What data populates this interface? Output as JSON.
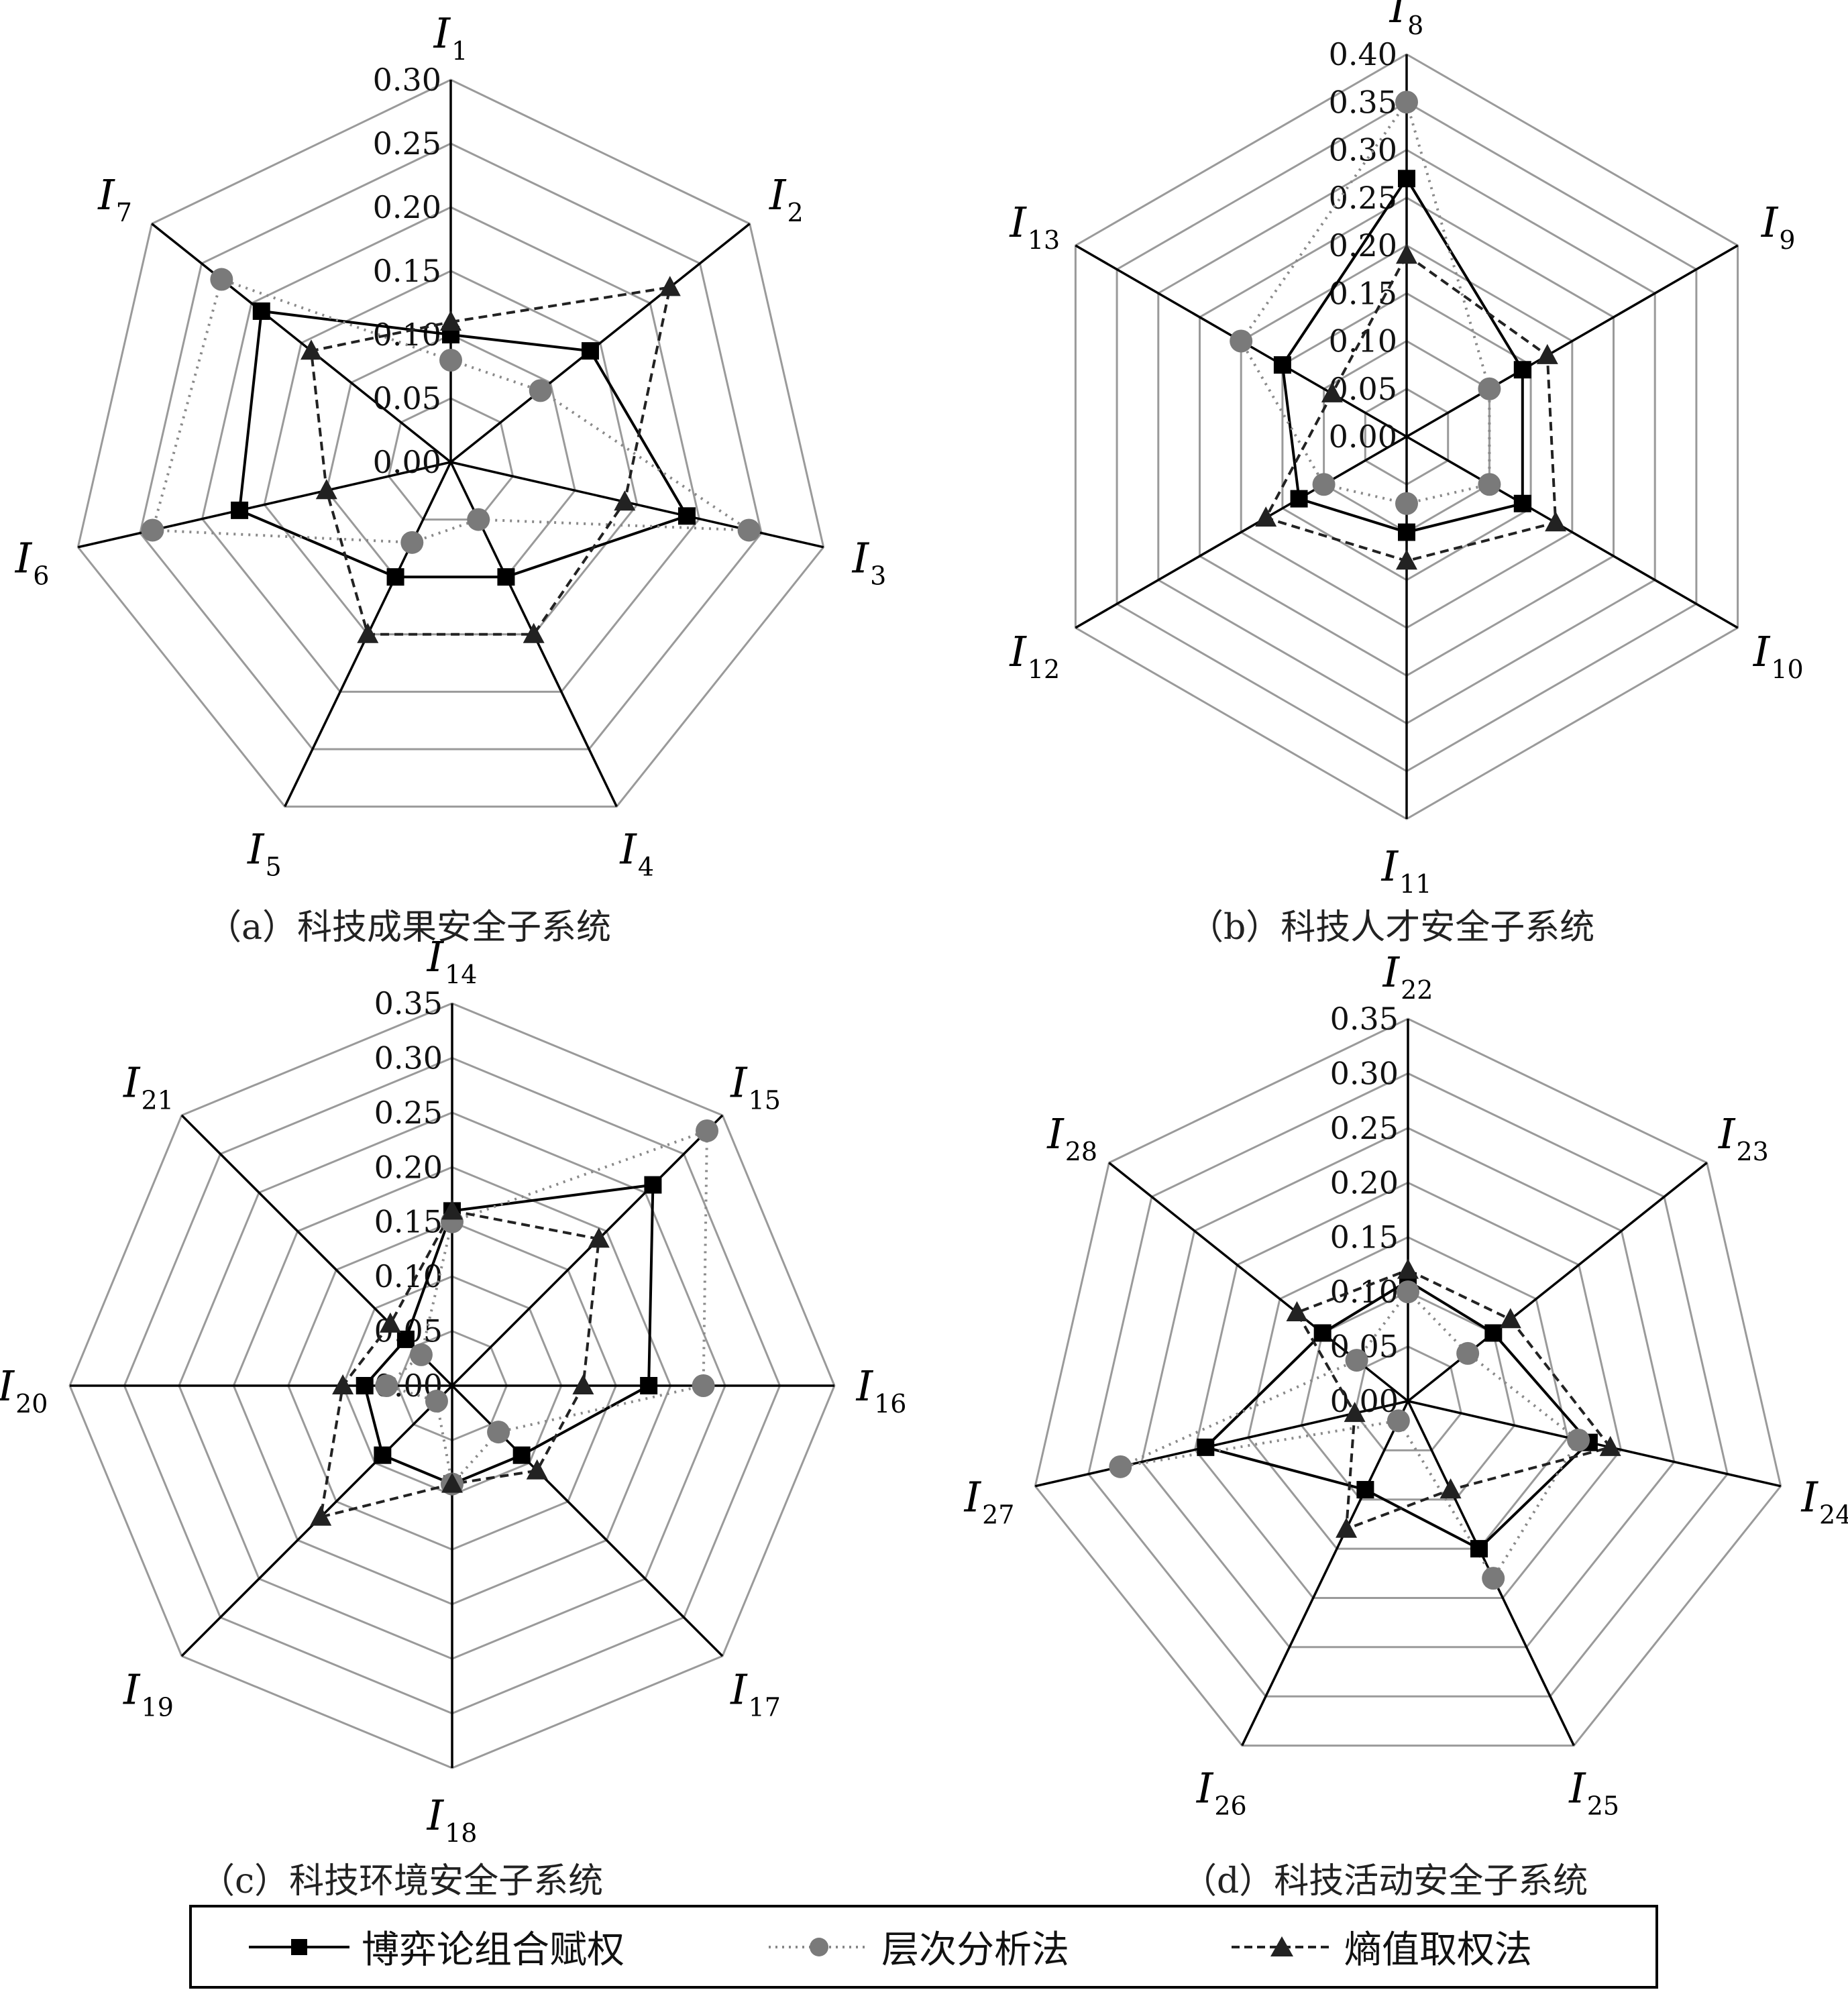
{
  "charts": [
    {
      "key": "a",
      "caption": "（a）科技成果安全子系统",
      "chart_data": {
        "type": "radar",
        "axes": [
          {
            "base": "I",
            "sub": "1"
          },
          {
            "base": "I",
            "sub": "2"
          },
          {
            "base": "I",
            "sub": "3"
          },
          {
            "base": "I",
            "sub": "4"
          },
          {
            "base": "I",
            "sub": "5"
          },
          {
            "base": "I",
            "sub": "6"
          },
          {
            "base": "I",
            "sub": "7"
          }
        ],
        "range": [
          0,
          0.3
        ],
        "ticks": [
          "0.00",
          "0.05",
          "0.10",
          "0.15",
          "0.20",
          "0.25",
          "0.30"
        ],
        "series": [
          {
            "name": "博弈论组合赋权",
            "values": [
              0.1,
              0.14,
              0.19,
              0.1,
              0.1,
              0.17,
              0.19
            ]
          },
          {
            "name": "层次分析法",
            "values": [
              0.08,
              0.09,
              0.24,
              0.05,
              0.07,
              0.24,
              0.23
            ]
          },
          {
            "name": "熵值取权法",
            "values": [
              0.11,
              0.22,
              0.14,
              0.15,
              0.15,
              0.1,
              0.14
            ]
          }
        ]
      }
    },
    {
      "key": "b",
      "caption": "（b）科技人才安全子系统",
      "chart_data": {
        "type": "radar",
        "axes": [
          {
            "base": "I",
            "sub": "8"
          },
          {
            "base": "I",
            "sub": "9"
          },
          {
            "base": "I",
            "sub": "10"
          },
          {
            "base": "I",
            "sub": "11"
          },
          {
            "base": "I",
            "sub": "12"
          },
          {
            "base": "I",
            "sub": "13"
          }
        ],
        "range": [
          0,
          0.4
        ],
        "ticks": [
          "0.00",
          "0.05",
          "0.10",
          "0.15",
          "0.20",
          "0.25",
          "0.30",
          "0.35",
          "0.40"
        ],
        "series": [
          {
            "name": "博弈论组合赋权",
            "values": [
              0.27,
              0.14,
              0.14,
              0.1,
              0.13,
              0.15
            ]
          },
          {
            "name": "层次分析法",
            "values": [
              0.35,
              0.1,
              0.1,
              0.07,
              0.1,
              0.2
            ]
          },
          {
            "name": "熵值取权法",
            "values": [
              0.19,
              0.17,
              0.18,
              0.13,
              0.17,
              0.09
            ]
          }
        ]
      }
    },
    {
      "key": "c",
      "caption": "（c）科技环境安全子系统",
      "chart_data": {
        "type": "radar",
        "axes": [
          {
            "base": "I",
            "sub": "14"
          },
          {
            "base": "I",
            "sub": "15"
          },
          {
            "base": "I",
            "sub": "16"
          },
          {
            "base": "I",
            "sub": "17"
          },
          {
            "base": "I",
            "sub": "18"
          },
          {
            "base": "I",
            "sub": "19"
          },
          {
            "base": "I",
            "sub": "20"
          },
          {
            "base": "I",
            "sub": "21"
          }
        ],
        "range": [
          0,
          0.35
        ],
        "ticks": [
          "0.00",
          "0.05",
          "0.10",
          "0.15",
          "0.20",
          "0.25",
          "0.30",
          "0.35"
        ],
        "series": [
          {
            "name": "博弈论组合赋权",
            "values": [
              0.16,
              0.26,
              0.18,
              0.09,
              0.09,
              0.09,
              0.08,
              0.06
            ]
          },
          {
            "name": "层次分析法",
            "values": [
              0.15,
              0.33,
              0.23,
              0.06,
              0.09,
              0.02,
              0.06,
              0.04
            ]
          },
          {
            "name": "熵值取权法",
            "values": [
              0.16,
              0.19,
              0.12,
              0.11,
              0.09,
              0.17,
              0.1,
              0.08
            ]
          }
        ]
      }
    },
    {
      "key": "d",
      "caption": "（d）科技活动安全子系统",
      "chart_data": {
        "type": "radar",
        "axes": [
          {
            "base": "I",
            "sub": "22"
          },
          {
            "base": "I",
            "sub": "23"
          },
          {
            "base": "I",
            "sub": "24"
          },
          {
            "base": "I",
            "sub": "25"
          },
          {
            "base": "I",
            "sub": "26"
          },
          {
            "base": "I",
            "sub": "27"
          },
          {
            "base": "I",
            "sub": "28"
          }
        ],
        "range": [
          0,
          0.35
        ],
        "ticks": [
          "0.00",
          "0.05",
          "0.10",
          "0.15",
          "0.20",
          "0.25",
          "0.30",
          "0.35"
        ],
        "series": [
          {
            "name": "博弈论组合赋权",
            "values": [
              0.11,
              0.1,
              0.17,
              0.15,
              0.09,
              0.19,
              0.1
            ]
          },
          {
            "name": "层次分析法",
            "values": [
              0.1,
              0.07,
              0.16,
              0.18,
              0.02,
              0.27,
              0.06
            ]
          },
          {
            "name": "熵值取权法",
            "values": [
              0.12,
              0.12,
              0.19,
              0.09,
              0.13,
              0.05,
              0.13
            ]
          }
        ]
      }
    }
  ],
  "legend": [
    {
      "label": "博弈论组合赋权",
      "style": "solid",
      "marker": "square",
      "color": "#000000"
    },
    {
      "label": "层次分析法",
      "style": "dotted",
      "marker": "circle",
      "color": "#7a7a7a"
    },
    {
      "label": "熵值取权法",
      "style": "dashed",
      "marker": "triangle",
      "color": "#222222"
    }
  ],
  "colors": {
    "grid": "#9a9a9a",
    "spoke": "#000000"
  }
}
